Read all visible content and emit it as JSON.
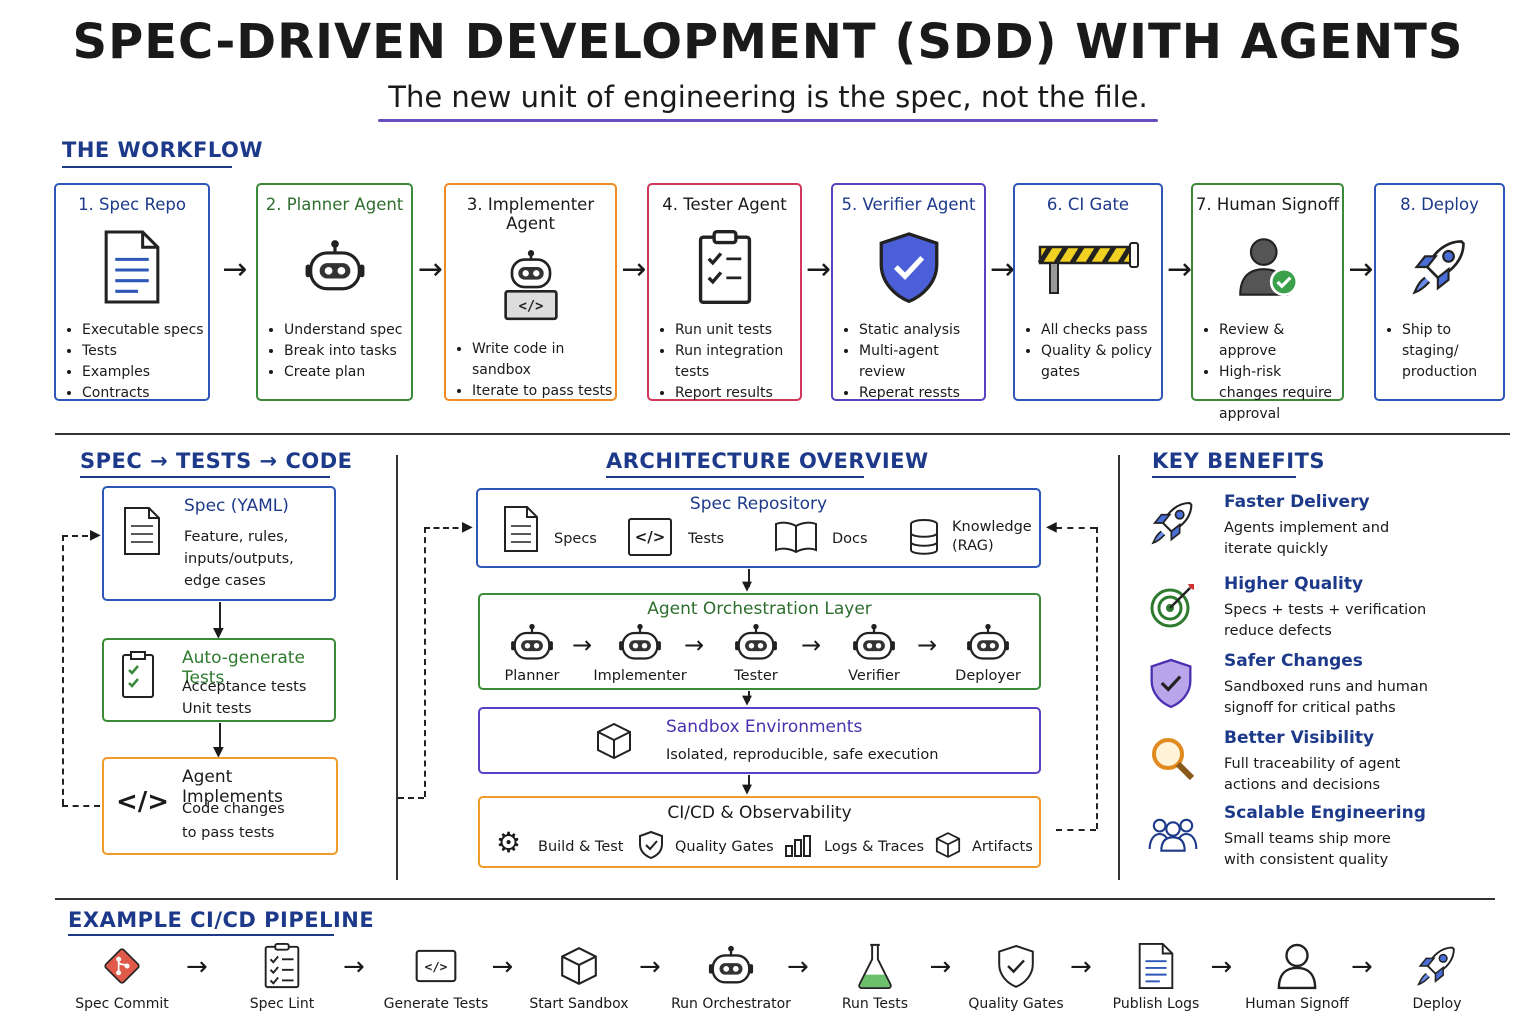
{
  "title": "SPEC-DRIVEN DEVELOPMENT (SDD) WITH AGENTS",
  "subtitle": "The new unit of engineering is the spec, not the file.",
  "workflow": {
    "heading": "THE WORKFLOW",
    "steps": [
      {
        "title": "1. Spec Repo",
        "icon": "document-icon",
        "color": "#2c56b8",
        "bullets": [
          "Executable specs",
          "Tests",
          "Examples",
          "Contracts"
        ]
      },
      {
        "title": "2. Planner Agent",
        "icon": "robot-icon",
        "color": "#3a8a3a",
        "bullets": [
          "Understand spec",
          "Break into tasks",
          "Create plan"
        ]
      },
      {
        "title": "3. Implementer Agent",
        "icon": "robot-laptop-icon",
        "color": "#ef8a24",
        "bullets": [
          "Write code in sandbox",
          "Iterate to pass tests"
        ]
      },
      {
        "title": "4. Tester Agent",
        "icon": "clipboard-check-icon",
        "color": "#d2365a",
        "bullets": [
          "Run unit tests",
          "Run integration tests",
          "Report results"
        ]
      },
      {
        "title": "5. Verifier Agent",
        "icon": "shield-check-icon",
        "color": "#5b3fc4",
        "bullets": [
          "Static analysis",
          "Multi-agent review",
          "Reperat ressts"
        ]
      },
      {
        "title": "6. CI Gate",
        "icon": "barrier-gate-icon",
        "color": "#2c56b8",
        "bullets": [
          "All checks pass",
          "Quality & policy gates"
        ]
      },
      {
        "title": "7. Human Signoff",
        "icon": "user-check-icon",
        "color": "#3a8a3a",
        "bullets": [
          "Review & approve",
          "High-risk changes require approval"
        ]
      },
      {
        "title": "8. Deploy",
        "icon": "rocket-icon",
        "color": "#2c56b8",
        "bullets": [
          "Ship to staging/ production"
        ]
      }
    ]
  },
  "spec_tests_code": {
    "heading": "SPEC → TESTS → CODE",
    "spec": {
      "title": "Spec (YAML)",
      "text": [
        "Feature, rules,",
        "inputs/outputs,",
        "edge cases"
      ]
    },
    "tests": {
      "title": "Auto-generate Tests",
      "text": [
        "Acceptance tests",
        "Unit tests"
      ]
    },
    "code": {
      "title": "Agent Implements",
      "text": [
        "Code changes",
        "to pass tests"
      ]
    }
  },
  "architecture": {
    "heading": "ARCHITECTURE OVERVIEW",
    "repo": {
      "title": "Spec Repository",
      "items": [
        "Specs",
        "Tests",
        "Docs",
        "Knowledge (RAG)"
      ]
    },
    "orchestration": {
      "title": "Agent Orchestration Layer",
      "agents": [
        "Planner",
        "Implementer",
        "Tester",
        "Verifier",
        "Deployer"
      ]
    },
    "sandbox": {
      "title": "Sandbox Environments",
      "text": "Isolated, reproducible, safe execution"
    },
    "cicd": {
      "title": "CI/CD & Observability",
      "items": [
        "Build & Test",
        "Quality Gates",
        "Logs & Traces",
        "Artifacts"
      ]
    }
  },
  "benefits": {
    "heading": "KEY BENEFITS",
    "items": [
      {
        "title": "Faster Delivery",
        "text": [
          "Agents implement and",
          "iterate quickly"
        ],
        "icon": "rocket-icon"
      },
      {
        "title": "Higher Quality",
        "text": [
          "Specs + tests + verification",
          "reduce defects"
        ],
        "icon": "target-icon"
      },
      {
        "title": "Safer Changes",
        "text": [
          "Sandboxed runs and human",
          "signoff for critical paths"
        ],
        "icon": "shield-check-icon"
      },
      {
        "title": "Better Visibility",
        "text": [
          "Full traceability of agent",
          "actions and decisions"
        ],
        "icon": "magnifier-icon"
      },
      {
        "title": "Scalable Engineering",
        "text": [
          "Small teams ship more",
          "with consistent quality"
        ],
        "icon": "team-icon"
      }
    ]
  },
  "pipeline": {
    "heading": "EXAMPLE CI/CD PIPELINE",
    "stages": [
      {
        "label": "Spec Commit",
        "icon": "git-commit-icon"
      },
      {
        "label": "Spec Lint",
        "icon": "checklist-icon"
      },
      {
        "label": "Generate Tests",
        "icon": "code-icon"
      },
      {
        "label": "Start Sandbox",
        "icon": "cube-icon"
      },
      {
        "label": "Run Orchestrator",
        "icon": "robot-icon"
      },
      {
        "label": "Run Tests",
        "icon": "flask-icon"
      },
      {
        "label": "Quality Gates",
        "icon": "shield-check-icon"
      },
      {
        "label": "Publish Logs",
        "icon": "document-icon"
      },
      {
        "label": "Human Signoff",
        "icon": "user-icon"
      },
      {
        "label": "Deploy",
        "icon": "rocket-icon"
      }
    ]
  }
}
